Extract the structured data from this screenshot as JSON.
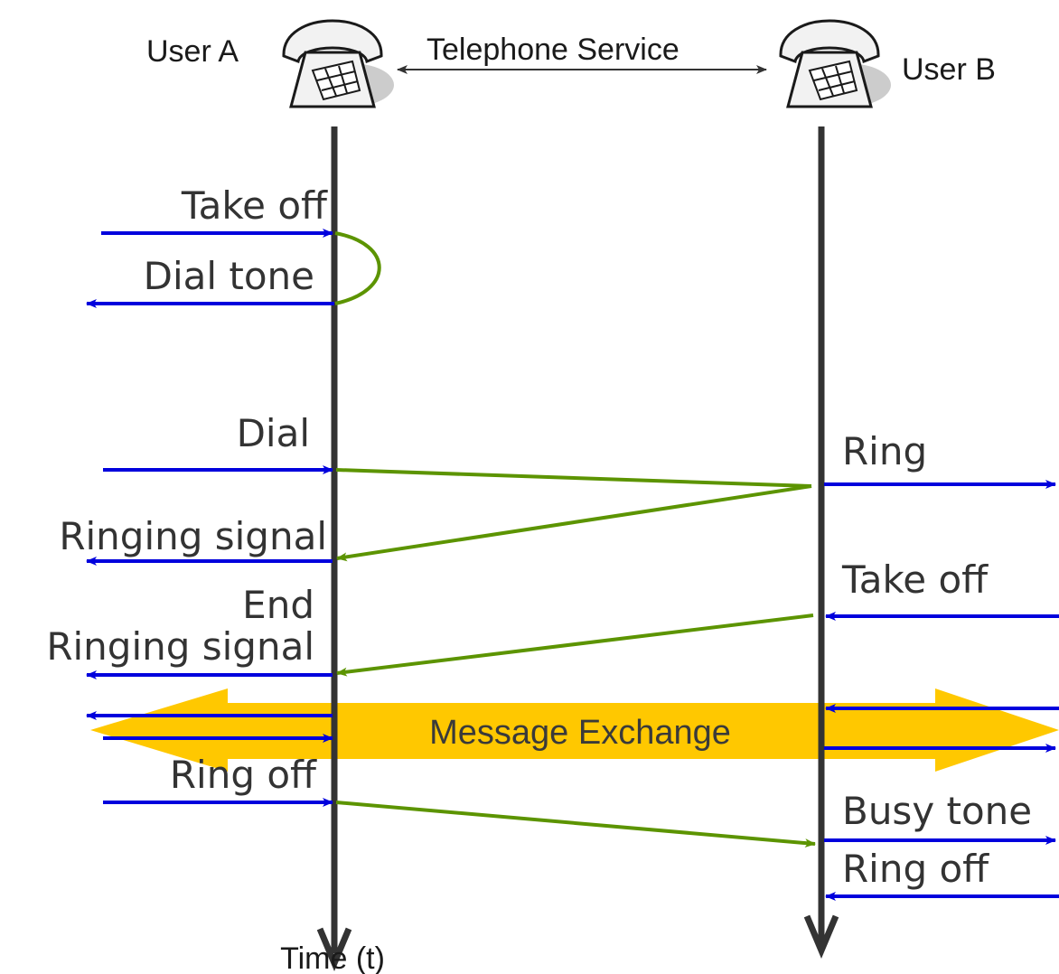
{
  "participants": {
    "user_a": "User A",
    "user_b": "User B",
    "service": "Telephone Service"
  },
  "time_axis_label": "Time (t)",
  "user_a_events": {
    "take_off": "Take off",
    "dial_tone": "Dial tone",
    "dial": "Dial",
    "ringing_signal": "Ringing signal",
    "end_line1": "End",
    "end_line2": "Ringing signal",
    "ring_off": "Ring off"
  },
  "user_b_events": {
    "ring": "Ring",
    "take_off": "Take off",
    "busy_tone": "Busy tone",
    "ring_off": "Ring off"
  },
  "exchange_label": "Message Exchange",
  "colors": {
    "timeline": "#333333",
    "event_arrow": "#0000dd",
    "signal": "#5c9400",
    "exchange_band": "#ffc800"
  }
}
